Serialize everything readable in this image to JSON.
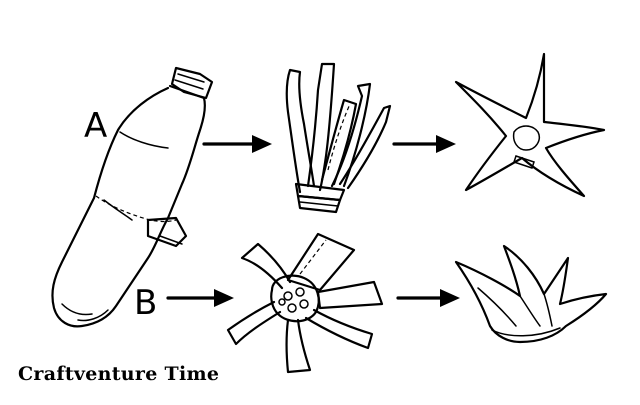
{
  "labels": {
    "row_a": "A",
    "row_b": "B"
  },
  "credit": "Craftventure Time",
  "icons": {
    "bottle": "plastic-bottle-icon",
    "strips_a": "cut-strips-icon",
    "star_flower": "star-flower-icon",
    "spread_strips_b": "spread-strips-icon",
    "tulip_flower": "tulip-flower-icon",
    "arrow": "arrow-right-icon"
  },
  "colors": {
    "ink": "#000000",
    "background": "#ffffff"
  }
}
